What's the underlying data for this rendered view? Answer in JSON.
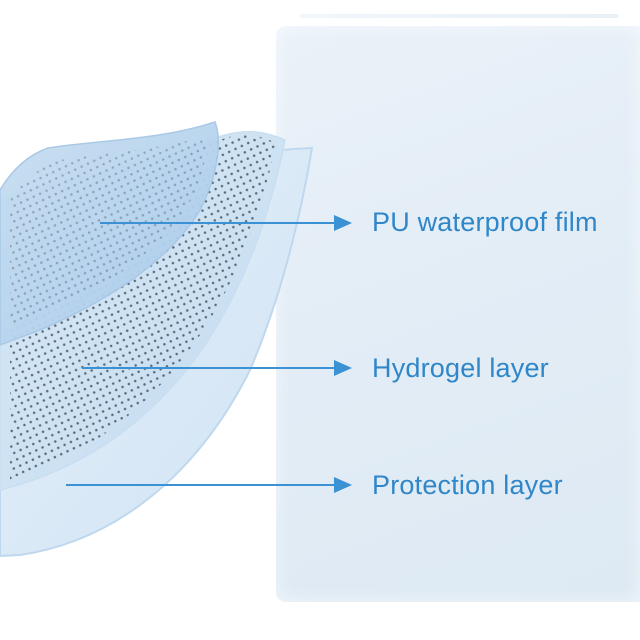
{
  "colors": {
    "label_text": "#2f86c8",
    "arrow": "#3a91d3",
    "panel": "#e4eef7",
    "layer_blue": "#b9d6ee",
    "layer_light": "#dcecf8",
    "pores": "#3e4a57"
  },
  "layers": [
    {
      "label": "PU waterproof film",
      "icon": "arrow-right"
    },
    {
      "label": "Hydrogel layer",
      "icon": "arrow-right"
    },
    {
      "label": "Protection layer",
      "icon": "arrow-right"
    }
  ]
}
